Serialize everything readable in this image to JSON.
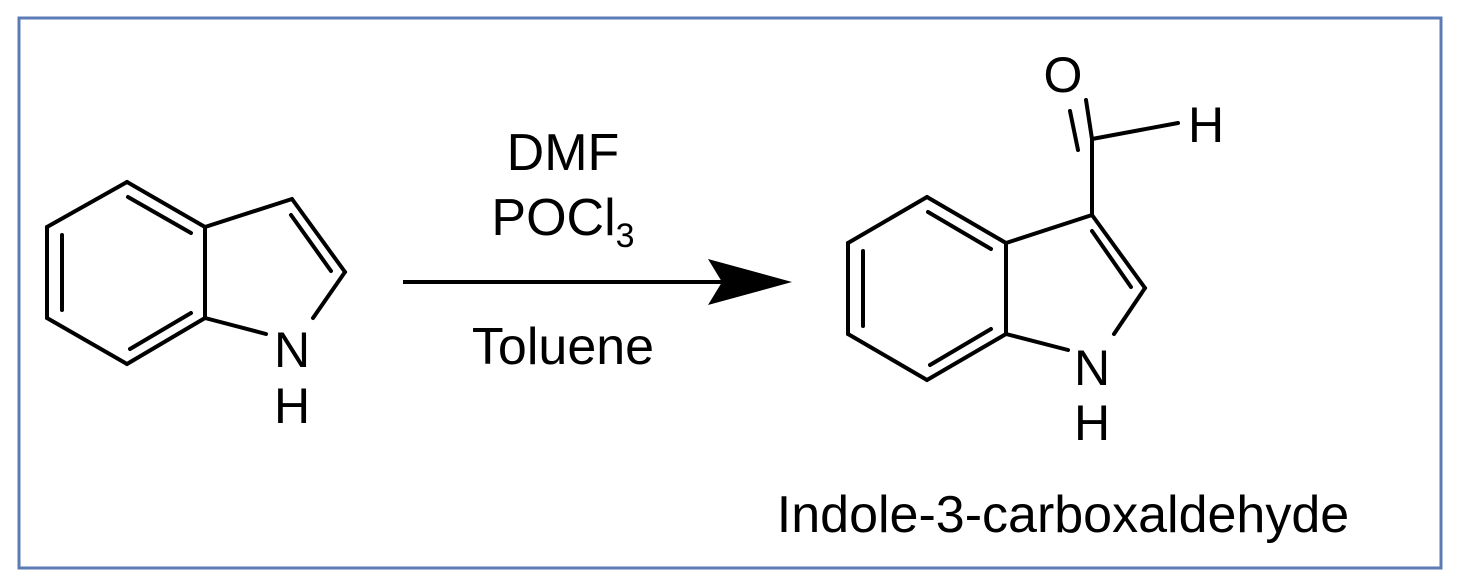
{
  "frame": {
    "border_color": "#5b7bb5"
  },
  "reactant": {
    "atom_N": "N",
    "atom_H": "H"
  },
  "conditions": {
    "reagent1": "DMF",
    "reagent2_main": "POCl",
    "reagent2_subscript": "3",
    "solvent": "Toluene"
  },
  "product": {
    "atom_O": "O",
    "atom_H_aldehyde": "H",
    "atom_N": "N",
    "atom_H": "H",
    "name": "Indole-3-carboxaldehyde"
  }
}
